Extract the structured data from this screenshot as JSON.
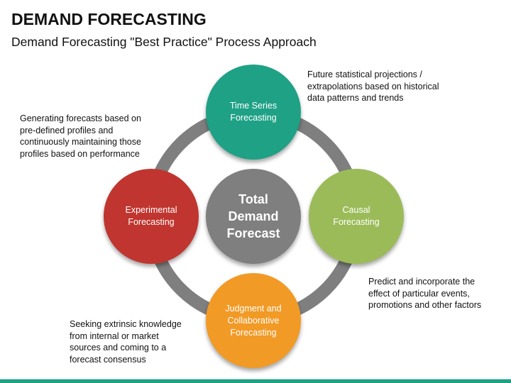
{
  "header": {
    "title": "DEMAND FORECASTING",
    "subtitle": "Demand Forecasting \"Best Practice\" Process Approach"
  },
  "diagram": {
    "ring_color": "#7f7f7f",
    "center": {
      "label": "Total\nDemand\nForecast",
      "color": "#7f7f7f"
    },
    "nodes": [
      {
        "id": "top",
        "label": "Time Series\nForecasting",
        "color": "#1fa185",
        "description": "Future statistical projections /\nextrapolations based on historical\ndata patterns and trends"
      },
      {
        "id": "right",
        "label": "Causal\nForecasting",
        "color": "#9bbb59",
        "description": "Predict and incorporate the\neffect of particular events,\npromotions and other factors"
      },
      {
        "id": "bottom",
        "label": "Judgment and\nCollaborative\nForecasting",
        "color": "#f29a26",
        "description": "Seeking extrinsic knowledge\nfrom internal or market\nsources and coming to a\nforecast consensus"
      },
      {
        "id": "left",
        "label": "Experimental\nForecasting",
        "color": "#c0352f",
        "description": "Generating forecasts based on\npre-defined profiles and\ncontinuously maintaining those\nprofiles based on performance"
      }
    ]
  },
  "footer": {
    "bar_color": "#1fa185"
  }
}
